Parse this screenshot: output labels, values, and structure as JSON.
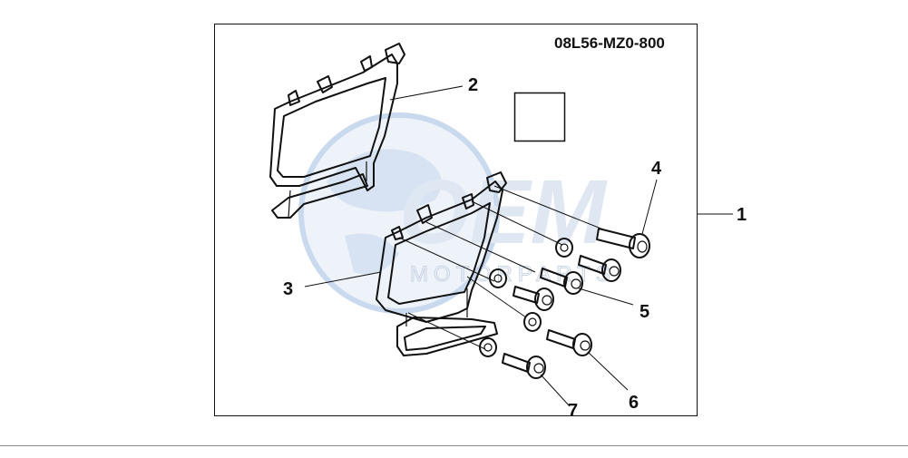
{
  "diagram": {
    "part_number": "08L56-MZ0-800",
    "watermark": {
      "logo": "OEM",
      "text": "MOTORPARTS"
    },
    "callouts": [
      {
        "id": "callout-1",
        "label": "1"
      },
      {
        "id": "callout-2",
        "label": "2"
      },
      {
        "id": "callout-3",
        "label": "3"
      },
      {
        "id": "callout-4",
        "label": "4"
      },
      {
        "id": "callout-5",
        "label": "5"
      },
      {
        "id": "callout-6",
        "label": "6"
      },
      {
        "id": "callout-7",
        "label": "7"
      }
    ],
    "colors": {
      "ink": "#111111",
      "watermark_globe": "#c9d9ee",
      "watermark_logo": "#dfe7f3"
    }
  }
}
